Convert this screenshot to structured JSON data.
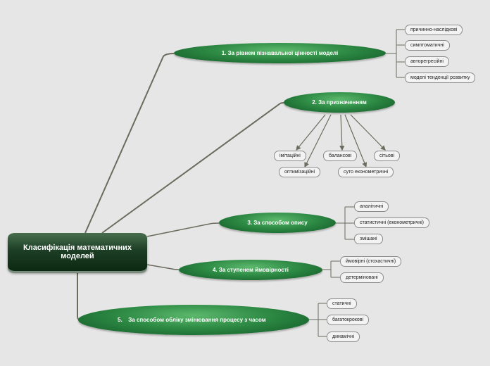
{
  "root": {
    "title": "Класифікація математичних моделей"
  },
  "branches": [
    {
      "label": "1. За рівнем пізнавальної цінності моделі",
      "children": [
        "причинно-наслідкові",
        "симптоматичні",
        "авторегресійні",
        "моделі тенденції розвитку"
      ]
    },
    {
      "label": "2. За призначенням",
      "children": [
        "імітаційні",
        "балансові",
        "сітьові",
        "оптимізаційні",
        "суто економетричні"
      ]
    },
    {
      "label": "3. За способом опису",
      "children": [
        "аналітичні",
        "статистичні (економетричні)",
        "змішані"
      ]
    },
    {
      "label": "4. За ступенем ймовірності",
      "children": [
        "ймовірні (стохастичні)",
        "детерміновані"
      ]
    },
    {
      "number": "5.",
      "label": "За способом обліку змінювання процесу з часом",
      "children": [
        "статичні",
        "багатокрокові",
        "динамічні"
      ]
    }
  ],
  "colors": {
    "background": "#e6e6e6",
    "branch_green": "#2e8b45",
    "root_dark_green": "#1d3f25",
    "connector": "#6b6b5e",
    "leaf_border": "#8c8c8c"
  }
}
